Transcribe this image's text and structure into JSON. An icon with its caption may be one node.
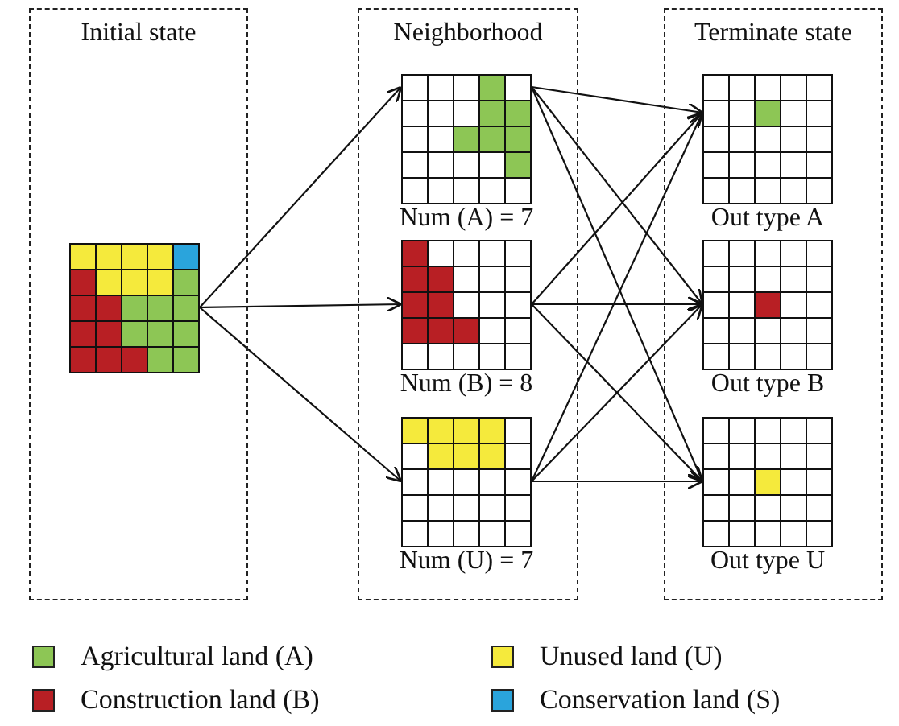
{
  "diagram": {
    "nodes": [
      {
        "text": [
          "Initial state"
        ]
      },
      {
        "text": [],
        "shape": "grid",
        "in": 0
      },
      {
        "text": [
          "Neighborhood"
        ]
      },
      {
        "text": [
          "Num (A) = 7"
        ],
        "in": 2
      },
      {
        "text": [
          "Num (B) = 8"
        ],
        "in": 2
      },
      {
        "text": [
          "Num (U) = 7"
        ],
        "in": 2
      },
      {
        "text": [
          "Terminate state"
        ]
      },
      {
        "text": [
          "Out type A"
        ],
        "in": 6
      },
      {
        "text": [
          "Out type B"
        ],
        "in": 6
      },
      {
        "text": [
          "Out type U"
        ],
        "in": 6
      }
    ],
    "edges": [
      {
        "from": 1,
        "to": 3,
        "arrow": "to"
      },
      {
        "from": 1,
        "to": 4,
        "arrow": "to"
      },
      {
        "from": 1,
        "to": 5,
        "arrow": "to"
      },
      {
        "from": 3,
        "to": 7,
        "arrow": "to"
      },
      {
        "from": 3,
        "to": 8,
        "arrow": "to"
      },
      {
        "from": 3,
        "to": 9,
        "arrow": "to"
      },
      {
        "from": 4,
        "to": 7,
        "arrow": "to"
      },
      {
        "from": 4,
        "to": 8,
        "arrow": "to"
      },
      {
        "from": 4,
        "to": 9,
        "arrow": "to"
      },
      {
        "from": 5,
        "to": 7,
        "arrow": "to"
      },
      {
        "from": 5,
        "to": 8,
        "arrow": "to"
      },
      {
        "from": 5,
        "to": 9,
        "arrow": "to"
      }
    ],
    "legend": [
      {
        "text": "Agricultural land (A)",
        "color": "#8dc655"
      },
      {
        "text": "Unused land (U)",
        "color": "#f5ea3c"
      },
      {
        "text": "Construction land (B)",
        "color": "#b81f24"
      },
      {
        "text": "Conservation land (S)",
        "color": "#2aa4dc"
      }
    ]
  }
}
